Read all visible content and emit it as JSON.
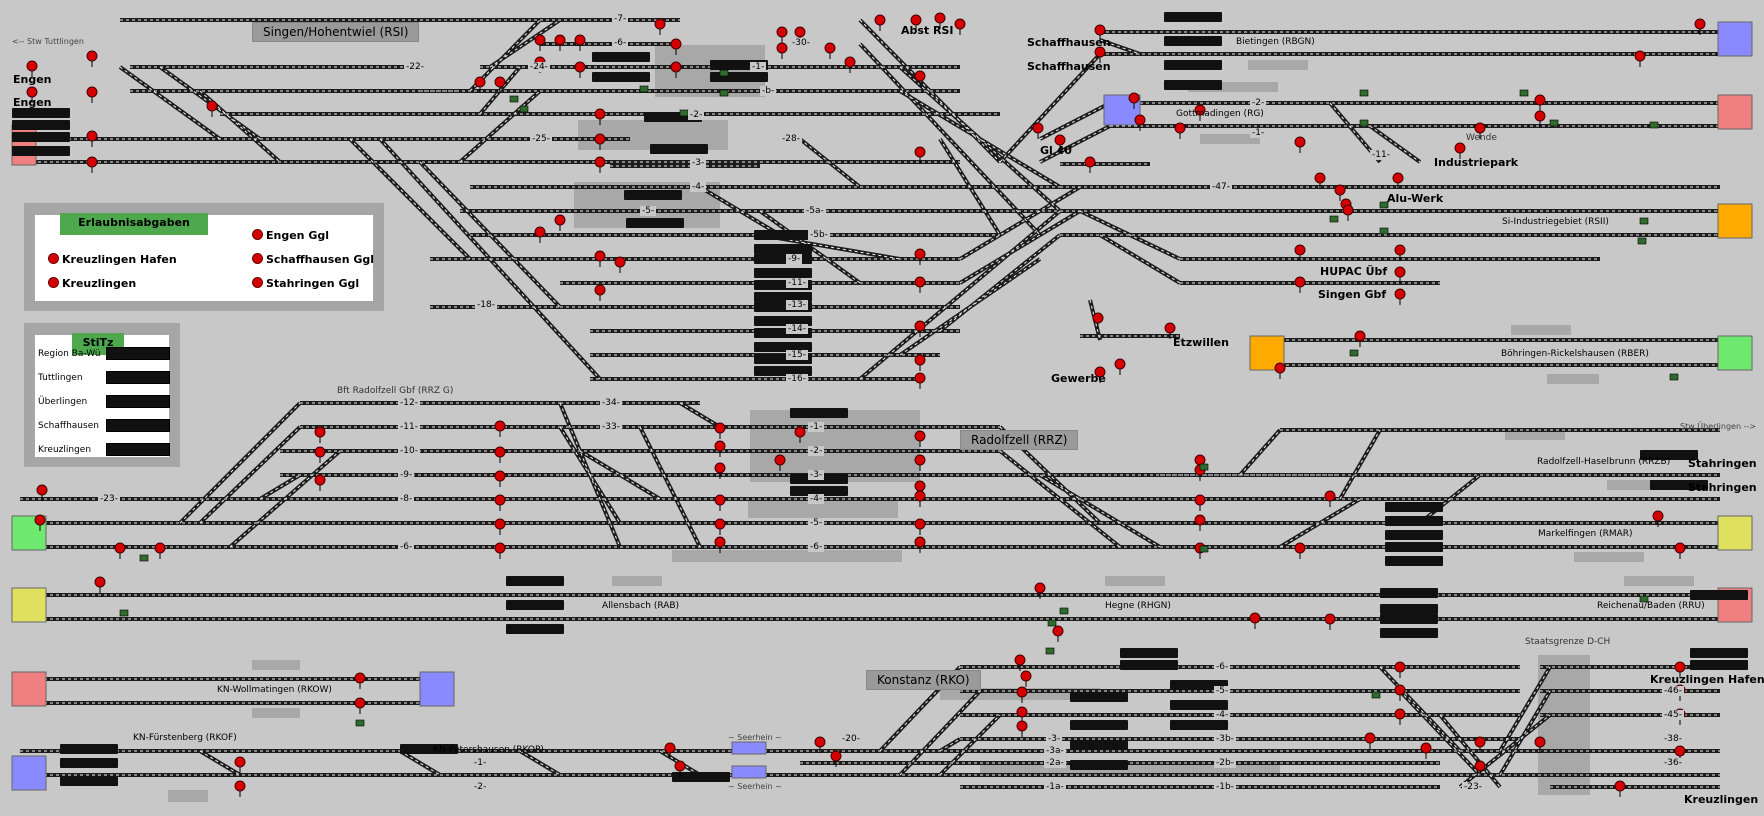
{
  "colors": {
    "background": "#c8c8c8",
    "track": "#1c1c1c",
    "signal_red": "#d40000",
    "signal_green": "#2f6a2f",
    "panel_green": "#4ea84e",
    "end_blue": "#8a8aff",
    "end_red": "#f08080",
    "end_orange": "#ffaa00",
    "end_green": "#6ee86e",
    "end_yellow": "#e0e060"
  },
  "station_titles": {
    "singen": "Singen/Hohentwiel (RSI)",
    "radolfzell": "Radolfzell (RRZ)",
    "konstanz": "Konstanz (RKO)"
  },
  "place_labels": {
    "stw_tuttlingen": "<-- Stw Tuttlingen",
    "engen1": "Engen",
    "engen2": "Engen",
    "schaffhausen1": "Schaffhausen",
    "schaffhausen2": "Schaffhausen",
    "abst_rsi": "Abst RSI",
    "gl40": "Gl 40",
    "industriepark": "Industriepark",
    "wende": "Wende",
    "aluwerk": "Alu-Werk",
    "hupac": "HUPAC Übf",
    "singen_gbf": "Singen Gbf",
    "etzwillen": "Etzwillen",
    "gewerbe": "Gewerbe",
    "stw_ueberlingen": "Stw Überlingen -->",
    "stahringen1": "Stahringen",
    "stahringen2": "Stahringen",
    "kreuzlingen_hafen": "Kreuzlingen Hafen",
    "kreuzlingen": "Kreuzlingen",
    "staatsgrenze": "Staatsgrenze D-CH",
    "seerhein1": "~ Seerhein ~",
    "seerhein2": "~ Seerhein ~",
    "bft_radolfzell": "Bft Radolfzell Gbf (RRZ G)"
  },
  "line_stations": {
    "bietingen": "Bietingen (RBGN)",
    "gottmadingen": "Gottmadingen (RG)",
    "si_industrie": "Si-Industriegebiet (RSII)",
    "boehringen": "Böhringen-Rickelshausen (RBER)",
    "haselbrunn": "Radolfzell-Haselbrunn (RRZB)",
    "markelfingen": "Markelfingen (RMAR)",
    "allensbach": "Allensbach (RAB)",
    "hegne": "Hegne (RHGN)",
    "reichenau": "Reichenau/Baden (RRU)",
    "wollmatingen": "KN-Wollmatingen (RKOW)",
    "fuerstenberg": "KN-Fürstenberg (RKOF)",
    "petershausen": "KN-Petershausen (RKOP)"
  },
  "erlaubnis": {
    "title": "Erlaubnisabgaben",
    "items": [
      "Kreuzlingen Hafen",
      "Kreuzlingen",
      "Engen Ggl",
      "Schaffhausen Ggl",
      "Stahringen Ggl"
    ]
  },
  "stitz": {
    "title": "StiTz",
    "rows": [
      "Region Ba-Wü",
      "Tuttlingen",
      "Überlingen",
      "Schaffhausen",
      "Kreuzlingen"
    ]
  },
  "track_numbers": {
    "rsi": [
      "-7-",
      "-6-",
      "-24-",
      "-22-",
      "-2-",
      "-25-",
      "-3-",
      "-4-",
      "-5-",
      "-9-",
      "-11-",
      "-13-",
      "-14-",
      "-15-",
      "-16-",
      "-18-",
      "-30-",
      "-1-",
      "-b-",
      "-28-",
      "-5a-",
      "-5b-",
      "-47-",
      "-1-",
      "-2-",
      "-11-"
    ],
    "rrz": [
      "-12-",
      "-11-",
      "-10-",
      "-9-",
      "-8-",
      "-23-",
      "-6-",
      "-34-",
      "-33-",
      "-1-",
      "-2-",
      "-3-",
      "-4-",
      "-5-",
      "-6-"
    ],
    "rko": [
      "-6-",
      "-5-",
      "-4-",
      "-3-",
      "-20-",
      "-3a-",
      "-2a-",
      "-1a-",
      "-3b-",
      "-2b-",
      "-1b-",
      "-46-",
      "-45-",
      "-38-",
      "-36-",
      "-23-",
      "-1-",
      "-2-"
    ]
  }
}
